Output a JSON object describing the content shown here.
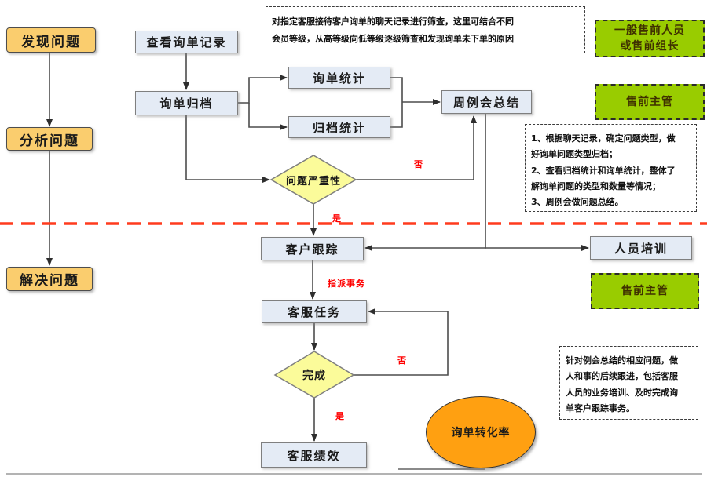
{
  "stages": {
    "discover": "发现问题",
    "analyze": "分析问题",
    "solve": "解决问题"
  },
  "nodes": {
    "view_record": "查看询单记录",
    "archive": "询单归档",
    "inquiry_stats": "询单统计",
    "archive_stats": "归档统计",
    "weekly_meeting": "周例会总结",
    "severity": "问题严重性",
    "customer_tracking": "客户跟踪",
    "staff_training": "人员培训",
    "service_task": "客服任务",
    "done": "完成",
    "service_performance": "客服绩效",
    "conversion_rate": "询单转化率"
  },
  "edge_labels": {
    "severity_no": "否",
    "severity_yes": "是",
    "assign_task": "指派事务",
    "done_no": "否",
    "done_yes": "是"
  },
  "roles": {
    "presales_staff": "一般售前人员\n或售前组长",
    "presales_manager_top": "售前主管",
    "presales_manager_bottom": "售前主管"
  },
  "notes": {
    "screening": "对指定客服接待客户询单的聊天记录进行筛查，这里可结合不同\n会员等级，从高等级向低等级逐级筛查和发现询单未下单的原因",
    "summary_steps": "1、根据聊天记录，确定问题类型，做\n好询单问题类型归档；\n2、查看归档统计和询单统计，整体了\n解询单问题的类型和数量等情况；\n3、周例会做问题总结。",
    "follow_up": "针对例会总结的相应问题，做\n人和事的后续跟进，包括客服\n人员的业务培训、及时完成询\n单客户跟踪事务。"
  },
  "colors": {
    "stage_fill": "#FACD6E",
    "process_fill": "#E4EBF5",
    "diamond_fill": "#FBFB9A",
    "role_fill": "#99CC00",
    "ellipse_fill": "#FFA011",
    "divider_red": "#FF3B1E",
    "connector": "#4d4d4d"
  }
}
